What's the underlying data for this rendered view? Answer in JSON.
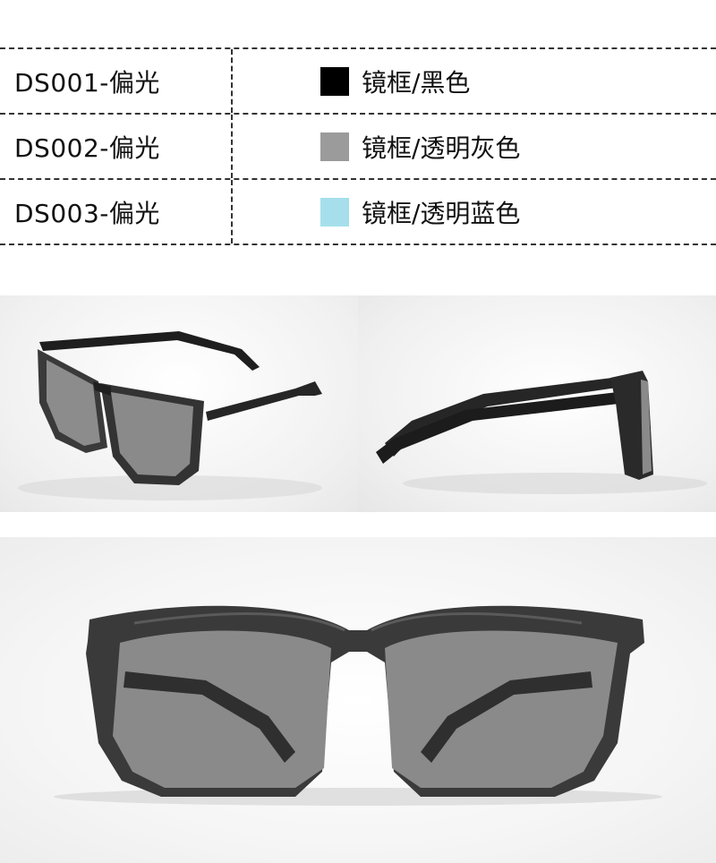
{
  "spec_table": {
    "rows": [
      {
        "code": "DS001-偏光",
        "color_label": "镜框/黑色",
        "swatch": "#000000"
      },
      {
        "code": "DS002-偏光",
        "color_label": "镜框/透明灰色",
        "swatch": "#9b9b9b"
      },
      {
        "code": "DS003-偏光",
        "color_label": "镜框/透明蓝色",
        "swatch": "#a6dfeb"
      }
    ]
  },
  "colors": {
    "frame": "#2b2b2b",
    "lens": "#8a8a8a",
    "divider": "#333333"
  }
}
